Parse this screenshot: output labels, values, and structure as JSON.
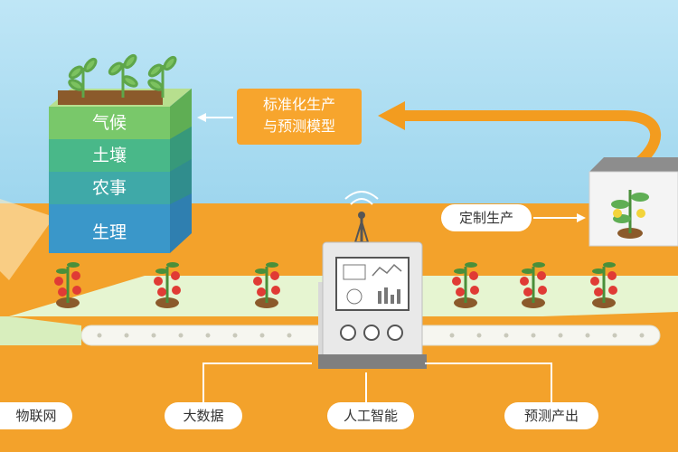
{
  "colors": {
    "sky": "#a9dcf2",
    "ground": "#f3a22b",
    "box_climate": "#79c86a",
    "box_soil": "#45b58a",
    "box_agri": "#3da8a9",
    "box_physio": "#3a97c9",
    "accent_orange": "#f7a52d",
    "conveyor": "#e8f6d4"
  },
  "data_box": {
    "layers": [
      "气候",
      "土壤",
      "农事",
      "生理"
    ]
  },
  "model_callout": {
    "text": "标准化生产\n与预测模型"
  },
  "custom_production": {
    "label": "定制生产"
  },
  "bottom_labels": {
    "iot": "物联网",
    "big_data": "大数据",
    "ai": "人工智能",
    "forecast": "预测产出"
  },
  "icons": [
    "seedling-icon",
    "tomato-plant-icon",
    "antenna-icon",
    "ai-machine-icon",
    "sprout-pot-icon",
    "arrow-icon"
  ]
}
